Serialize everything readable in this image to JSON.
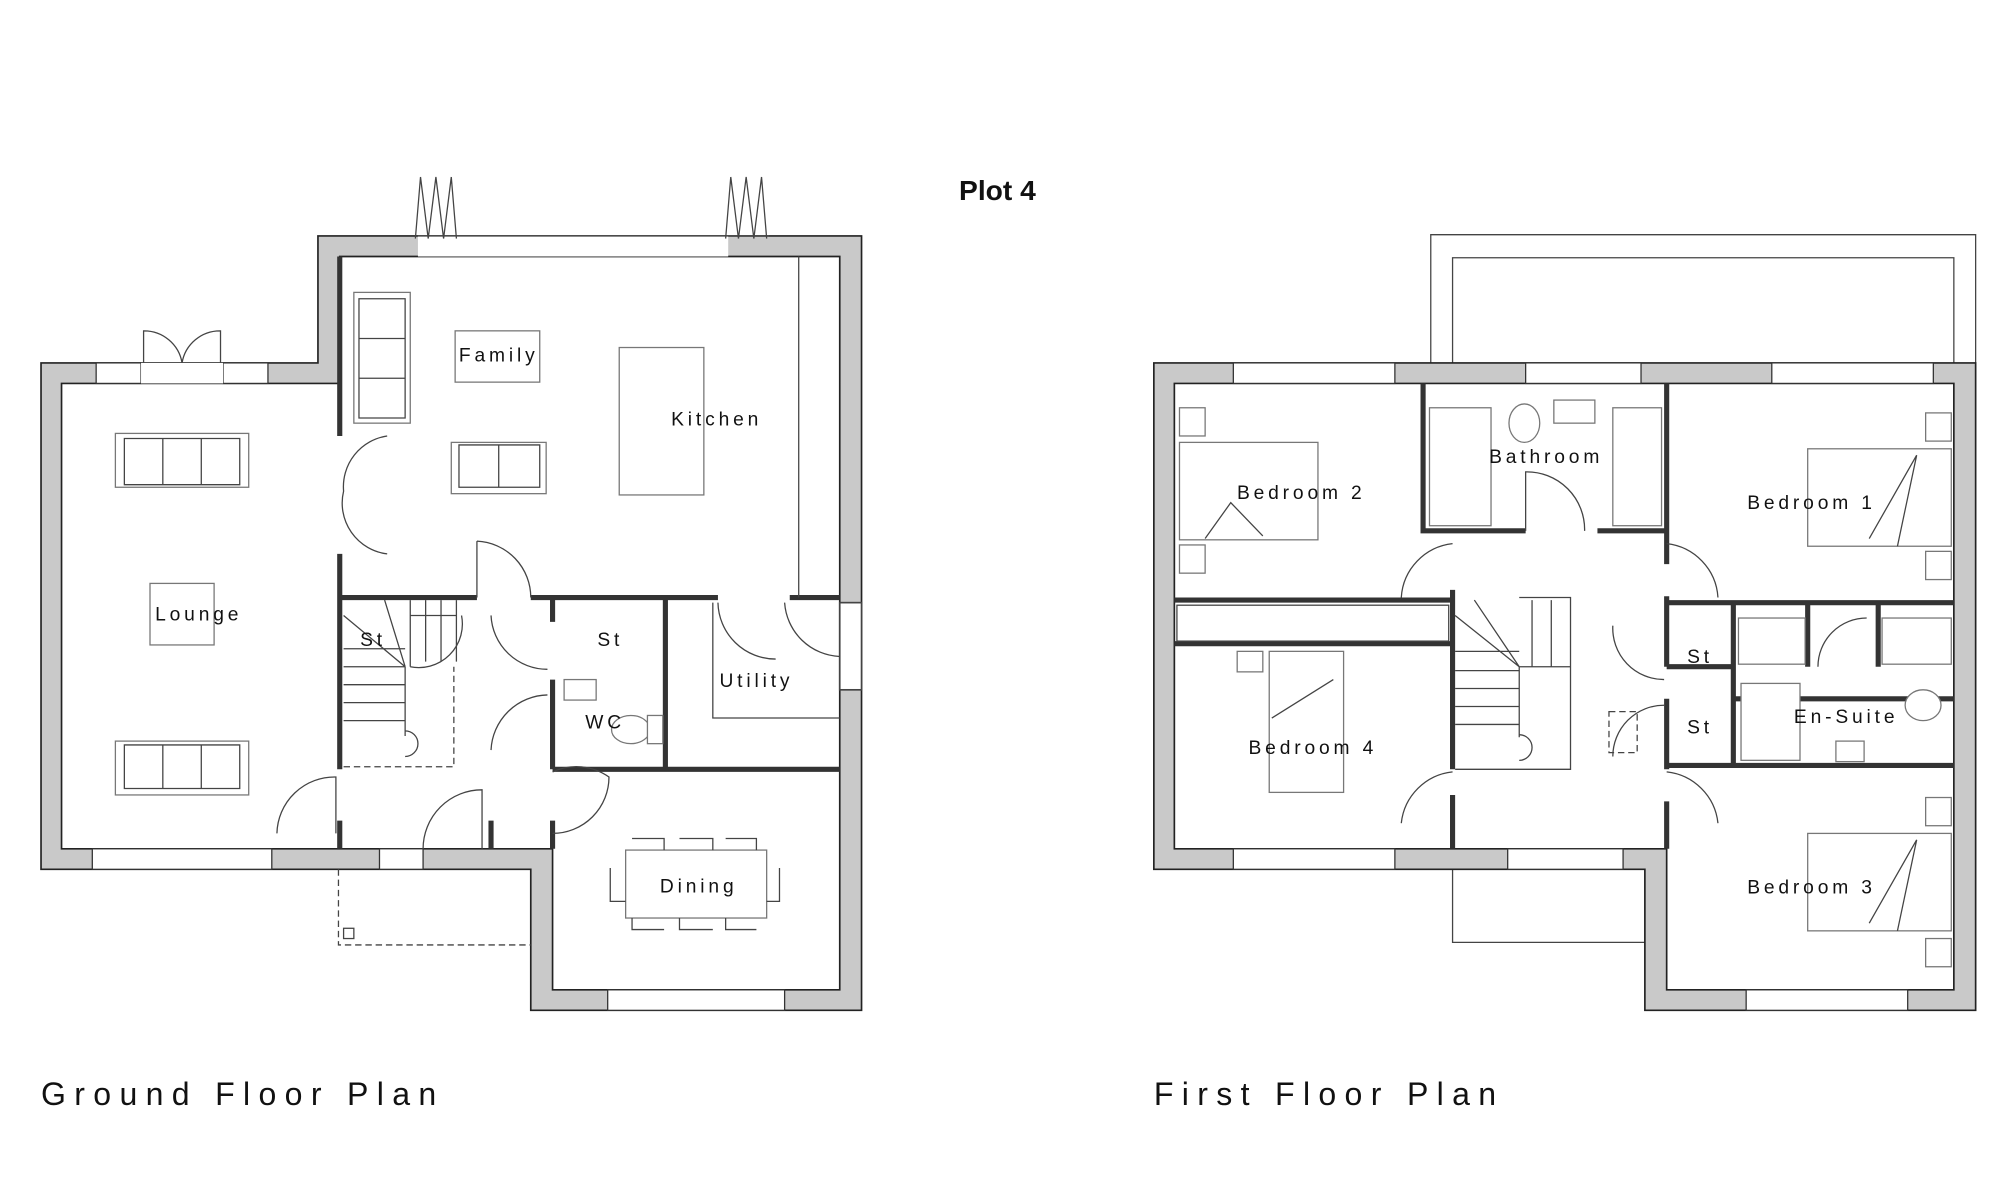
{
  "title": "Plot 4",
  "ground_floor": {
    "caption": "Ground Floor Plan",
    "rooms": [
      "Family",
      "Kitchen",
      "Lounge",
      "St",
      "St",
      "WC",
      "Utility",
      "Dining"
    ]
  },
  "first_floor": {
    "caption": "First Floor Plan",
    "rooms": [
      "Bathroom",
      "Bedroom 2",
      "Bedroom 1",
      "Bedroom 4",
      "St",
      "St",
      "En-Suite",
      "Bedroom 3"
    ]
  },
  "colors": {
    "wall": "#c9c9c9",
    "line": "#222222"
  }
}
